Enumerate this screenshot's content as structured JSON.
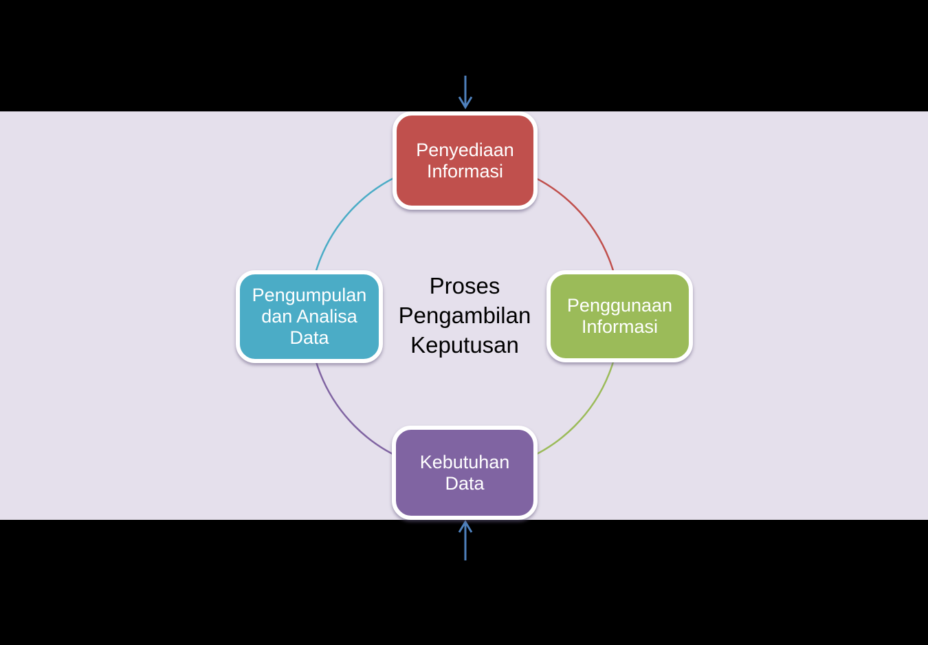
{
  "diagram": {
    "background_color": "#E5E0EC",
    "outer_background_color": "#000000",
    "title": {
      "lines": [
        "Proses",
        "Pengambilan",
        "Keputusan"
      ],
      "color": "#000000"
    },
    "nodes": [
      {
        "position": "top",
        "label_lines": [
          "Penyediaan",
          "Informasi"
        ],
        "color": "#C0504D"
      },
      {
        "position": "right",
        "label_lines": [
          "Penggunaan",
          "Informasi"
        ],
        "color": "#9BBB59"
      },
      {
        "position": "bottom",
        "label_lines": [
          "Kebutuhan",
          "Data"
        ],
        "color": "#8064A2"
      },
      {
        "position": "left",
        "label_lines": [
          "Pengumpulan",
          "dan Analisa",
          "Data"
        ],
        "color": "#4BACC6"
      }
    ],
    "node_border_color": "#FFFFFF",
    "node_text_color": "#FFFFFF",
    "arcs": [
      {
        "from": "left",
        "to": "top",
        "color": "#4BACC6"
      },
      {
        "from": "top",
        "to": "right",
        "color": "#C0504D"
      },
      {
        "from": "right",
        "to": "bottom",
        "color": "#9BBB59"
      },
      {
        "from": "bottom",
        "to": "left",
        "color": "#8064A2"
      }
    ],
    "arrows": {
      "color": "#4F81BD",
      "top_direction": "down",
      "bottom_direction": "up"
    }
  }
}
